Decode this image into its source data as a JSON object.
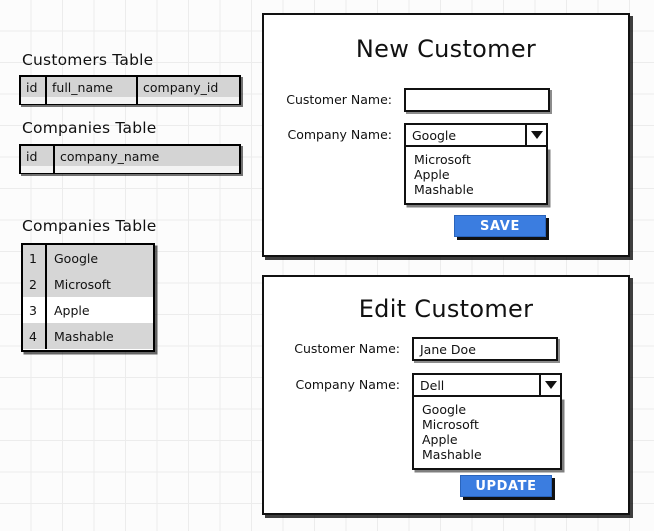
{
  "meta": {
    "doc_title": "Wireframe Mockup"
  },
  "schema": {
    "customers": {
      "title": "Customers Table",
      "columns": [
        "id",
        "full_name",
        "company_id"
      ]
    },
    "companies": {
      "title": "Companies Table",
      "columns": [
        "id",
        "company_name"
      ]
    }
  },
  "companies_data": {
    "title": "Companies Table",
    "rows": [
      {
        "id": "1",
        "name": "Google",
        "shaded": true
      },
      {
        "id": "2",
        "name": "Microsoft",
        "shaded": true
      },
      {
        "id": "3",
        "name": "Apple",
        "shaded": false
      },
      {
        "id": "4",
        "name": "Mashable",
        "shaded": true
      }
    ]
  },
  "new_customer": {
    "title": "New Customer",
    "customer_name_label": "Customer Name:",
    "customer_name_value": "",
    "customer_name_placeholder": "",
    "company_name_label": "Company Name:",
    "company_selected": "Google",
    "company_options": [
      "Microsoft",
      "Apple",
      "Mashable"
    ],
    "submit_label": "SAVE"
  },
  "edit_customer": {
    "title": "Edit Customer",
    "customer_name_label": "Customer Name:",
    "customer_name_value": "Jane Doe",
    "customer_name_placeholder": "",
    "company_name_label": "Company Name:",
    "company_selected": "Dell",
    "company_options": [
      "Google",
      "Microsoft",
      "Apple",
      "Mashable"
    ],
    "submit_label": "UPDATE"
  },
  "colors": {
    "button_blue": "#3b7de0",
    "button_text": "#ffffff",
    "table_header_gray": "#d4d4d4",
    "row_shaded_gray": "#d6d6d6",
    "ink": "#111111",
    "grid_line": "#ececec"
  },
  "icons": {
    "dropdown_arrow": "chevron-down-icon"
  }
}
